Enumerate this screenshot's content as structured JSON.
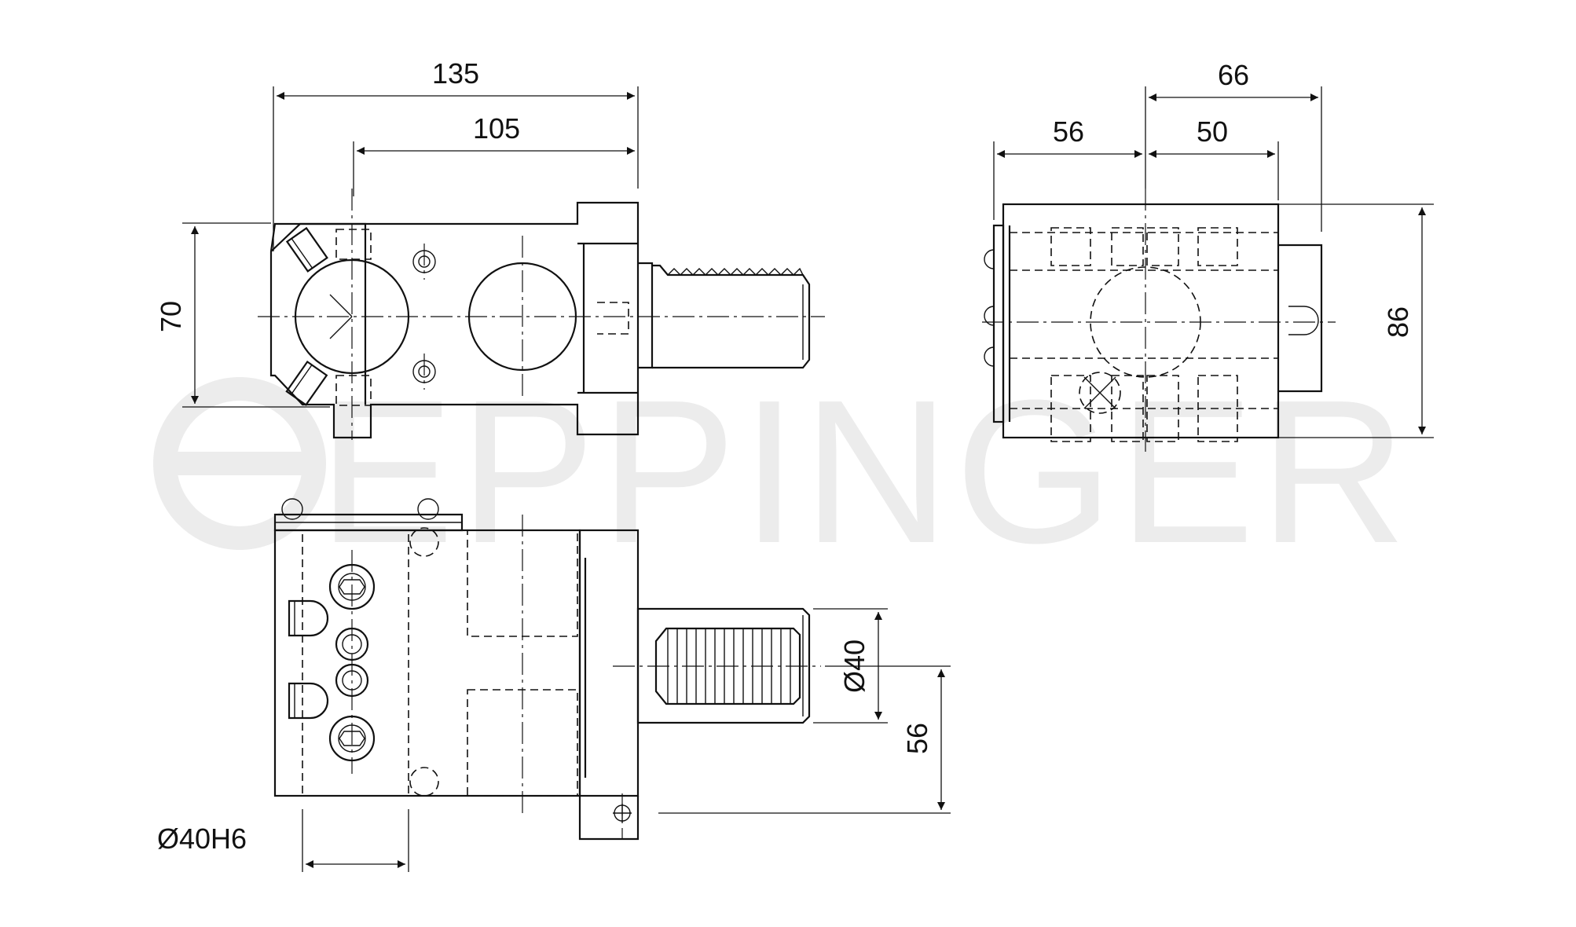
{
  "watermark": {
    "text": "EPPINGER",
    "color": "#ececec"
  },
  "dimensions": {
    "front_total_length": "135",
    "front_body_length": "105",
    "front_height": "70",
    "side_total_width": "66",
    "side_left_width": "56",
    "side_right_width": "50",
    "side_height": "86",
    "shank_diameter": "Ø40",
    "bottom_offset": "56",
    "bore_diameter": "Ø40H6"
  },
  "colors": {
    "line": "#111111",
    "background": "#ffffff"
  }
}
